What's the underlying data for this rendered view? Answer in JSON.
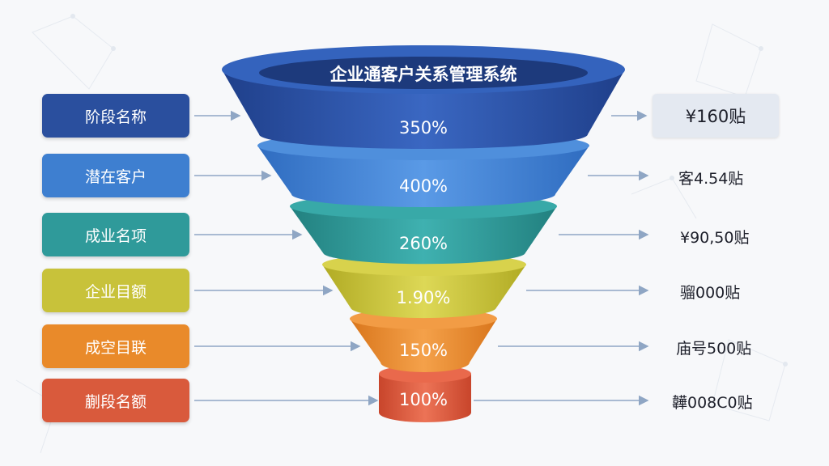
{
  "title": "企业通客户关系管理系统",
  "colors": {
    "background": "#f7f8fa",
    "arrow": "#8fa6c4",
    "stage_1": "#2a4f9e",
    "stage_2": "#3e7fd0",
    "stage_3": "#2f9a9a",
    "stage_4": "#c8c23a",
    "stage_5": "#e98a2a",
    "stage_6": "#d95a3c"
  },
  "stages": [
    {
      "label": "阶段名称",
      "percent": "350%",
      "value": "¥160贴"
    },
    {
      "label": "潜在客户",
      "percent": "400%",
      "value": "客4.54贴"
    },
    {
      "label": "成业名项",
      "percent": "260%",
      "value": "¥90,50贴"
    },
    {
      "label": "企业目额",
      "percent": "1.90%",
      "value": "骝000贴"
    },
    {
      "label": "成空目联",
      "percent": "150%",
      "value": "庙号500贴"
    },
    {
      "label": "蒯段名额",
      "percent": "100%",
      "value": "韡008C0贴"
    }
  ]
}
